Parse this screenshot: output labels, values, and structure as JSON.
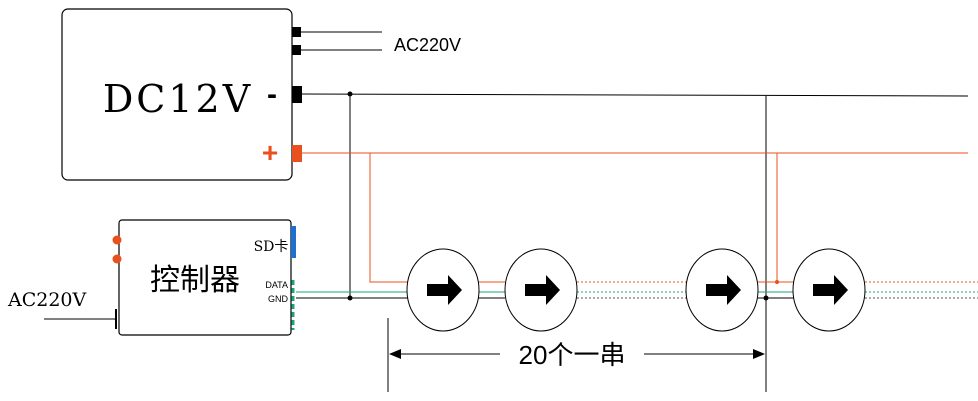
{
  "power_supply": {
    "title": "DC12V",
    "ac_label": "AC220V",
    "minus_symbol": "-",
    "plus_symbol": "+"
  },
  "controller": {
    "title": "控制器",
    "sd_label": "SD卡",
    "data_label": "DATA",
    "gnd_label": "GND",
    "ac_label": "AC220V"
  },
  "chain": {
    "label": "20个一串",
    "module_count": 4
  },
  "colors": {
    "line": "#000000",
    "positive": "#e8501e",
    "data": "#1aa67a",
    "sd_card": "#1f6fd1"
  }
}
